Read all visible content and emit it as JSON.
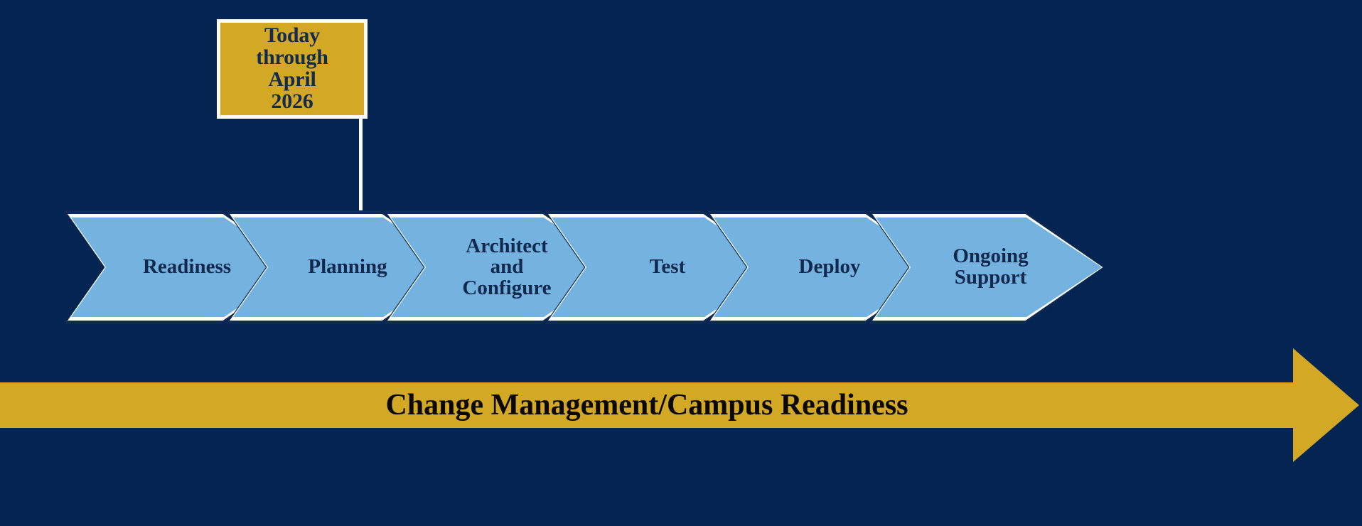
{
  "diagram": {
    "background_color": "#042451",
    "callout": {
      "text": "Today\nthrough\nApril\n2026",
      "fill_color": "#d3a824",
      "border_color": "#fdfcf5",
      "text_color": "#122b4f"
    },
    "connector": {
      "name": "callout-connector-line",
      "color": "#fdfcf5"
    },
    "phases": [
      {
        "label": "Readiness"
      },
      {
        "label": "Planning"
      },
      {
        "label": "Architect\nand\nConfigure"
      },
      {
        "label": "Test"
      },
      {
        "label": "Deploy"
      },
      {
        "label": "Ongoing\nSupport"
      }
    ],
    "phase_style": {
      "fill_color": "#74b2e0",
      "border_color": "#fdfcf5",
      "outline_color": "#0d2a52",
      "text_color": "#12294e"
    },
    "banner": {
      "label": "Change Management/Campus Readiness",
      "fill_color": "#d3a824",
      "text_color": "#0a0805"
    }
  }
}
